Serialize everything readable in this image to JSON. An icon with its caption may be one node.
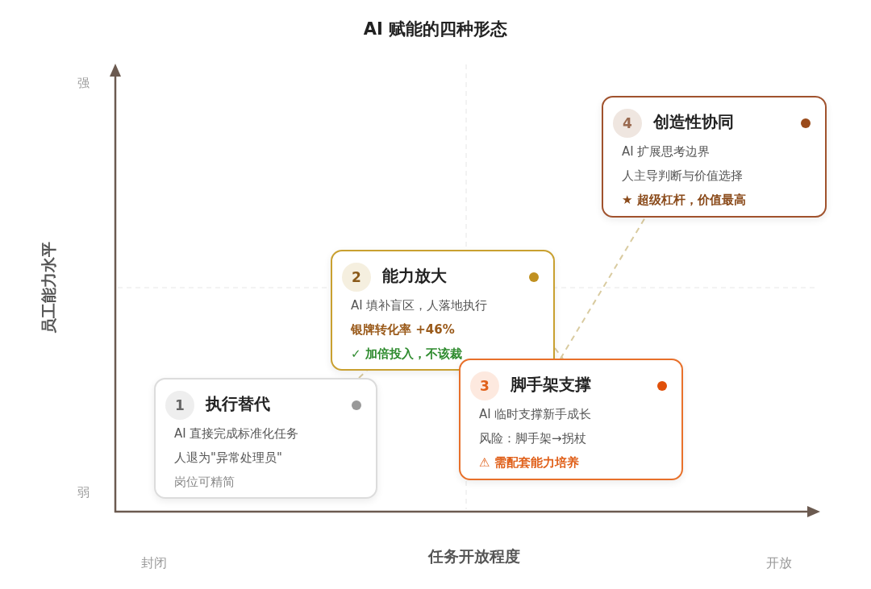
{
  "diagram": {
    "title": "AI 赋能的四种形态",
    "nodes": [
      {
        "text": [
          "1",
          "执行替代",
          "AI 直接完成标准化任务",
          "人退为\"异常处理员\"",
          "岗位可精简"
        ]
      },
      {
        "text": [
          "2",
          "能力放大",
          "AI 填补盲区，人落地执行",
          "银牌转化率 +46%",
          "✓ 加倍投入，不该裁"
        ]
      },
      {
        "text": [
          "3",
          "脚手架支撑",
          "AI 临时支撑新手成长",
          "风险：脚手架→拐杖",
          "⚠ 需配套能力培养"
        ]
      },
      {
        "text": [
          "4",
          "创造性协同",
          "AI 扩展思考边界",
          "人主导判断与价值选择",
          "★ 超级杠杆，价值最高"
        ]
      }
    ],
    "edges": [
      {
        "from": 0,
        "to": 1,
        "arrow": "none",
        "style": "dashed"
      },
      {
        "from": 1,
        "to": 2,
        "arrow": "none",
        "style": "dashed"
      },
      {
        "from": 2,
        "to": 3,
        "arrow": "none",
        "style": "dashed"
      }
    ],
    "labels": [
      "强",
      "员工能力水平",
      "弱",
      "封闭",
      "任务开放程度",
      "开放"
    ]
  }
}
